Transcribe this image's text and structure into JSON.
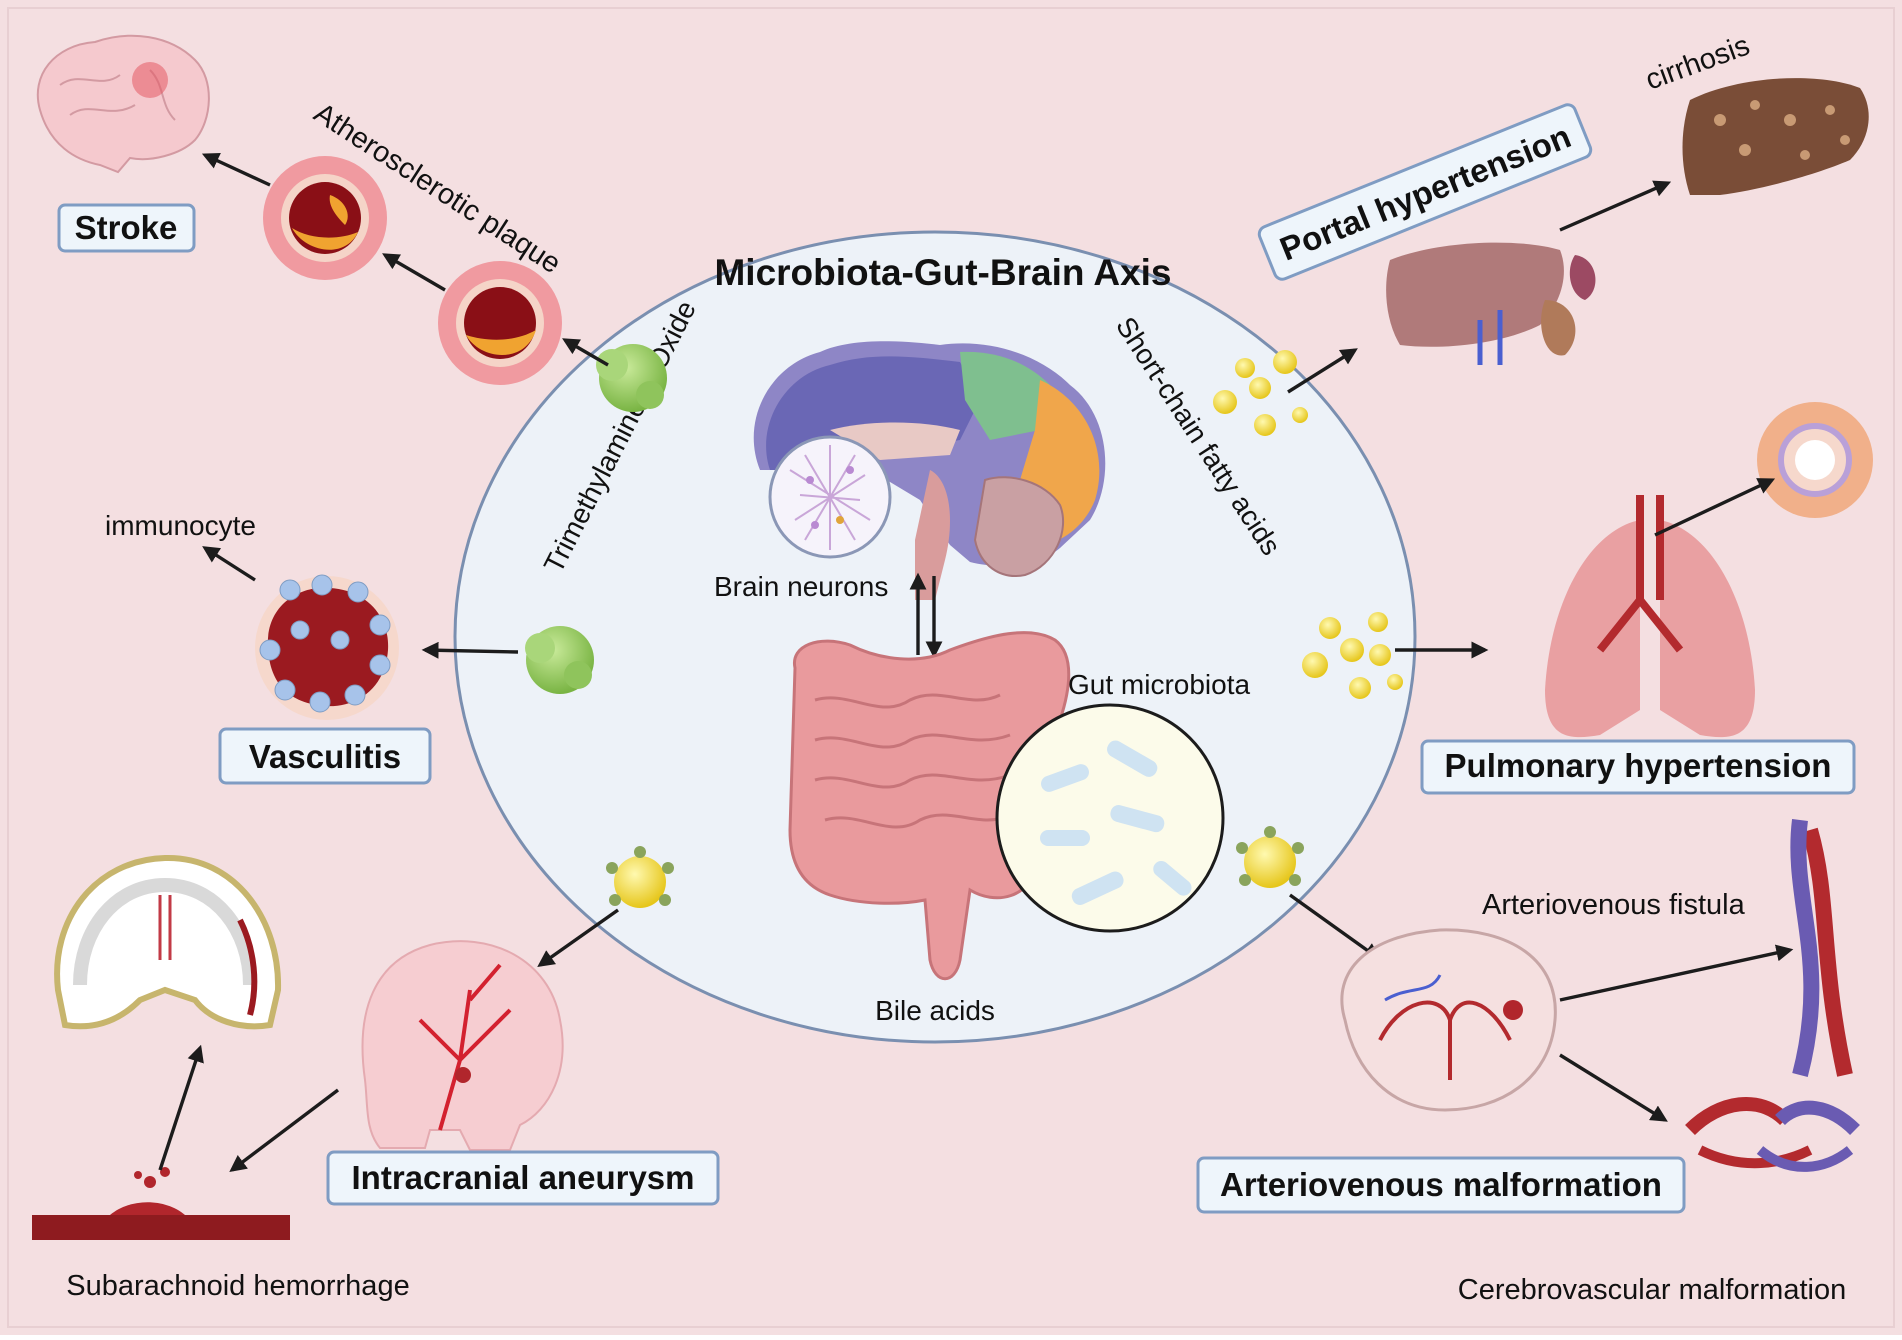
{
  "title": "Microbiota-Gut-Brain Axis",
  "mediators": {
    "tmao": "Trimethylamine N-Oxide",
    "scfa": "Short-chain fatty acids",
    "bile": "Bile acids"
  },
  "labels": {
    "brain_neurons": "Brain neurons",
    "gut_microbiota": "Gut microbiota",
    "atherosclerotic": "Atherosclerotic plaque",
    "immunocyte": "immunocyte",
    "cirrhosis": "cirrhosis",
    "av_fistula": "Arteriovenous fistula",
    "sah": "Subarachnoid hemorrhage",
    "cvm": "Cerebrovascular malformation"
  },
  "diseases": {
    "stroke": "Stroke",
    "vasculitis": "Vasculitis",
    "portal": "Portal hypertension",
    "pulmonary": "Pulmonary hypertension",
    "aneurysm": "Intracranial aneurysm",
    "avm": "Arteriovenous malformation"
  },
  "colors": {
    "background": "#f4dfe1",
    "circle": "#edf2f8",
    "circle_border": "#7a8fb0",
    "box_fill": "#eef5fb",
    "box_border": "#7f9cc3"
  }
}
